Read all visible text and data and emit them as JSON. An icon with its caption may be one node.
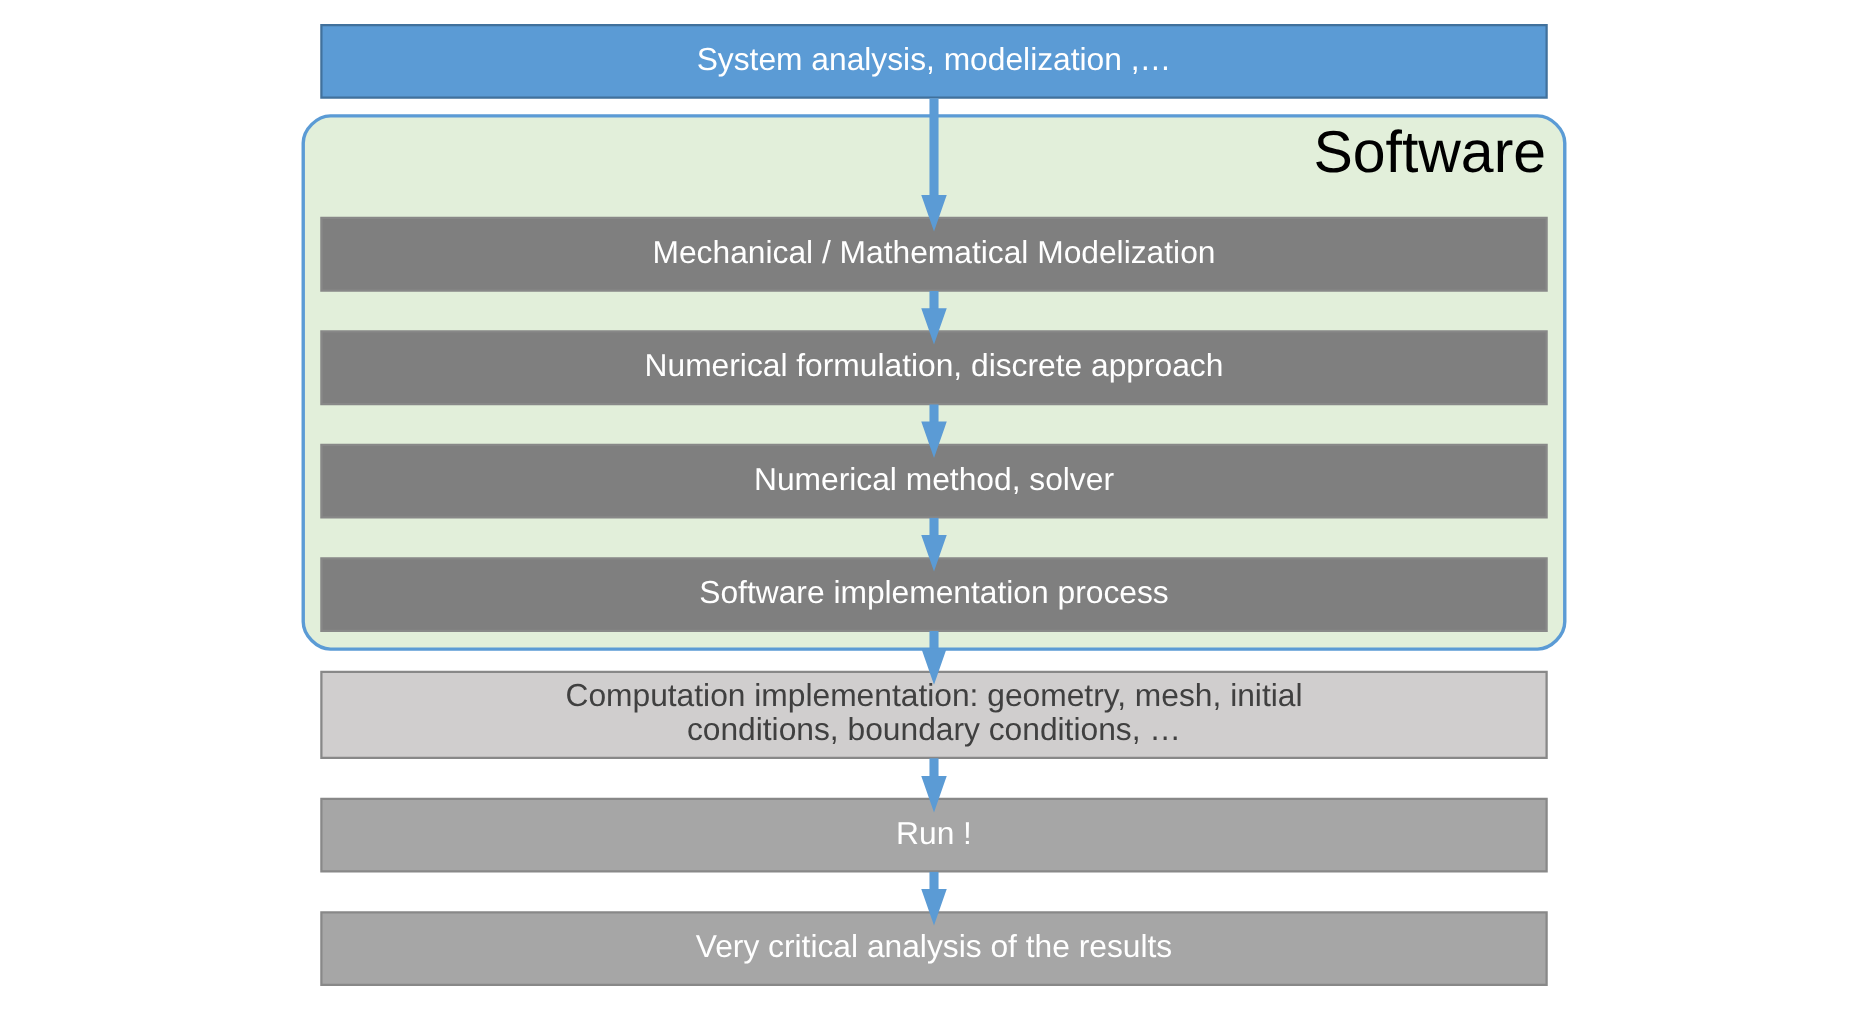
{
  "diagram": {
    "nodes": [
      {
        "text": [
          "System analysis, modelization ,…"
        ]
      },
      {
        "text": [
          "Software"
        ]
      },
      {
        "text": [
          "Mechanical / Mathematical Modelization"
        ],
        "in": 1
      },
      {
        "text": [
          "Numerical formulation, discrete approach"
        ],
        "in": 1
      },
      {
        "text": [
          "Numerical method, solver"
        ],
        "in": 1
      },
      {
        "text": [
          "Software implementation process"
        ],
        "in": 1
      },
      {
        "text": [
          "Computation implementation: geometry, mesh, initial conditions, boundary conditions, …"
        ]
      },
      {
        "text": [
          "Run !"
        ]
      },
      {
        "text": [
          "Very critical analysis of the results"
        ]
      }
    ],
    "edges": [
      {
        "from": 0,
        "to": 2,
        "arrow": "to"
      },
      {
        "from": 2,
        "to": 3,
        "arrow": "to"
      },
      {
        "from": 3,
        "to": 4,
        "arrow": "to"
      },
      {
        "from": 4,
        "to": 5,
        "arrow": "to"
      },
      {
        "from": 5,
        "to": 6,
        "arrow": "to"
      },
      {
        "from": 6,
        "to": 7,
        "arrow": "to"
      },
      {
        "from": 7,
        "to": 8,
        "arrow": "to"
      }
    ]
  }
}
